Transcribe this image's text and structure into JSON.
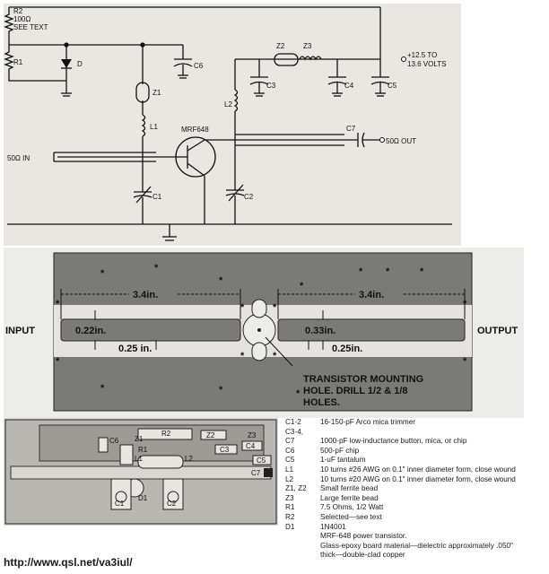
{
  "schematic": {
    "labels": {
      "r2": "R2",
      "r2_value": "100Ω",
      "r2_note": "SEE TEXT",
      "r1": "R1",
      "d": "D",
      "c6": "C6",
      "z1": "Z1",
      "l1": "L1",
      "transistor": "MRF648",
      "input": "50Ω IN",
      "c1": "C1",
      "z2": "Z2",
      "z3": "Z3",
      "c3": "C3",
      "c4": "C4",
      "c5": "C5",
      "l2": "L2",
      "c2": "C2",
      "c7": "C7",
      "output": "50Ω OUT",
      "supply_line1": "+12.5  TO",
      "supply_line2": "13.6 VOLTS"
    }
  },
  "board_layout": {
    "input_label": "INPUT",
    "output_label": "OUTPUT",
    "dim_left_length": "3.4in.",
    "dim_right_length": "3.4in.",
    "dim_left_width": "0.22in.",
    "dim_right_width": "0.33in.",
    "dim_left_gap": "0.25 in.",
    "dim_right_gap": "0.25in.",
    "note_line1": "TRANSISTOR MOUNTING",
    "note_line2": "HOLE. DRILL 1/2 & 1/8",
    "note_line3": "HOLES.",
    "asterisk": "*"
  },
  "parts_layout": {
    "labels": {
      "c6": "C6",
      "z1": "Z1",
      "l1": "L1",
      "r2": "R2",
      "r1": "R1",
      "c3": "C3",
      "z2": "Z2",
      "z3": "Z3",
      "c4": "C4",
      "l2": "L2",
      "c5": "C5",
      "c7": "C7",
      "c1": "C1",
      "d1": "D1",
      "c2": "C2"
    }
  },
  "bom": [
    {
      "ref": "C1-2",
      "desc": "16-150-pF Arco mica trimmer"
    },
    {
      "ref": "C3-4,",
      "desc": ""
    },
    {
      "ref": "C7",
      "desc": "1000-pF low-inductance button, mica, or chip"
    },
    {
      "ref": "C6",
      "desc": "500-pF chip"
    },
    {
      "ref": "C5",
      "desc": "1-uF tantalum"
    },
    {
      "ref": "L1",
      "desc": "10 turns #26 AWG on 0.1\" inner diameter form, close wound"
    },
    {
      "ref": "L2",
      "desc": "10 turns #20 AWG on 0.1\" inner diameter form, close wound"
    },
    {
      "ref": "Z1, Z2",
      "desc": "Small ferrite bead"
    },
    {
      "ref": "Z3",
      "desc": "Large ferrite bead"
    },
    {
      "ref": "R1",
      "desc": "7.5 Ohms, 1/2 Watt"
    },
    {
      "ref": "R2",
      "desc": "Selected—see text"
    },
    {
      "ref": "D1",
      "desc": "1N4001"
    },
    {
      "ref": "",
      "desc": "MRF-648 power transistor."
    },
    {
      "ref": "",
      "desc": "Glass-epoxy board material—dielectric approximately .050\""
    },
    {
      "ref": "",
      "desc": "thick—double-clad copper"
    }
  ],
  "footer": {
    "url": "http://www.qsl.net/va3iul/"
  }
}
